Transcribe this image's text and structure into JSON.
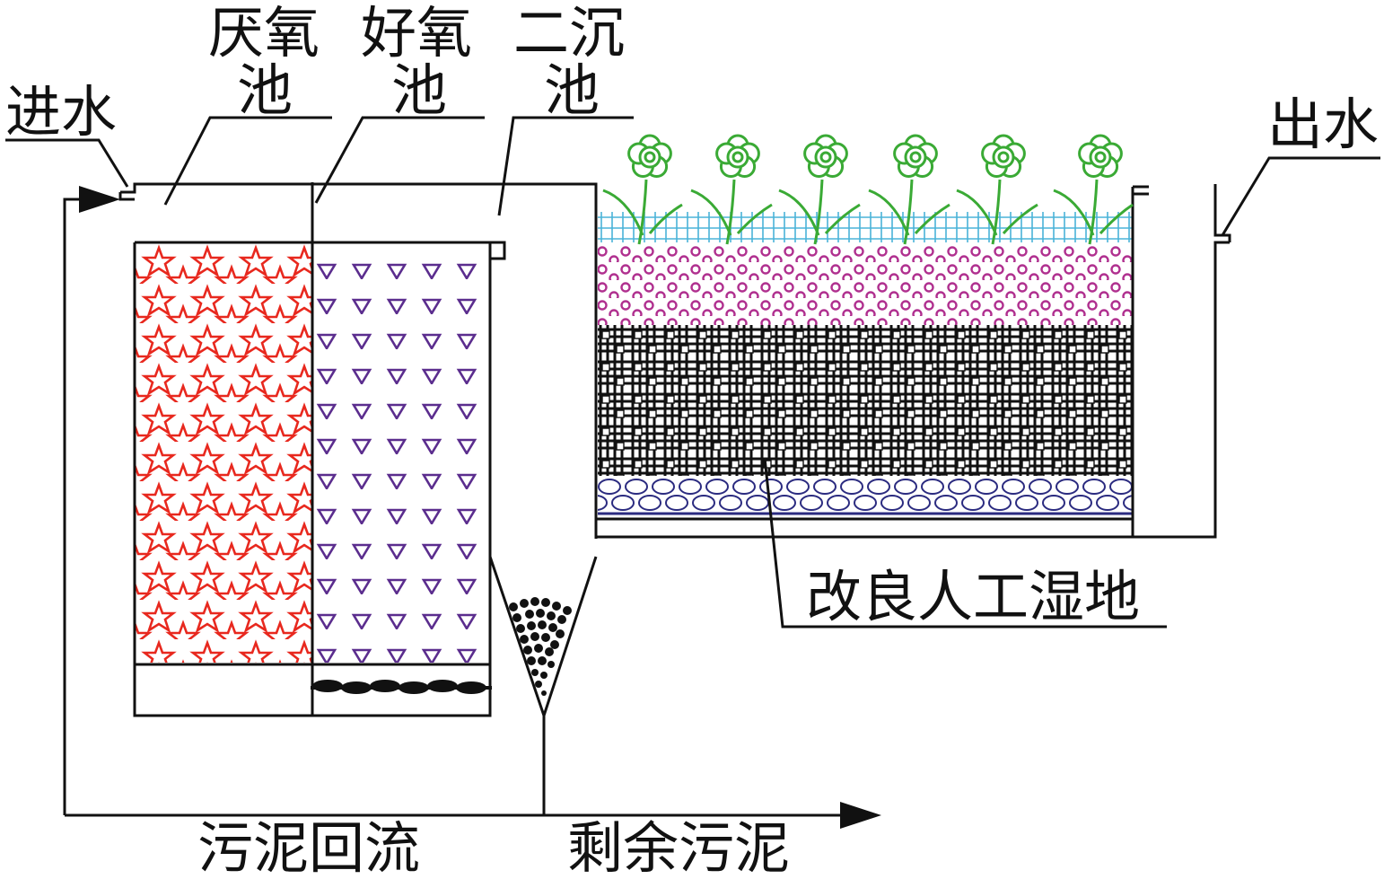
{
  "labels": {
    "inlet": "进水",
    "anaerobic_line1": "厌氧",
    "anaerobic_line2": "池",
    "aerobic_line1": "好氧",
    "aerobic_line2": "池",
    "secondary_line1": "二沉",
    "secondary_line2": "池",
    "outlet": "出水",
    "wetland": "改良人工湿地",
    "sludge_return": "污泥回流",
    "excess_sludge": "剩余污泥"
  },
  "colors": {
    "outline": "#111111",
    "anaerobic_fill": "#e8281e",
    "aerobic_fill": "#5b2d8e",
    "water_layer": "#4ab3d8",
    "soil_layer": "#b0308f",
    "gravel_layer": "#111111",
    "stone_layer": "#2b2b80",
    "plant_green": "#3aaa35"
  },
  "icons": {
    "flower": "flower-icon",
    "arrow": "arrow-head-icon"
  }
}
